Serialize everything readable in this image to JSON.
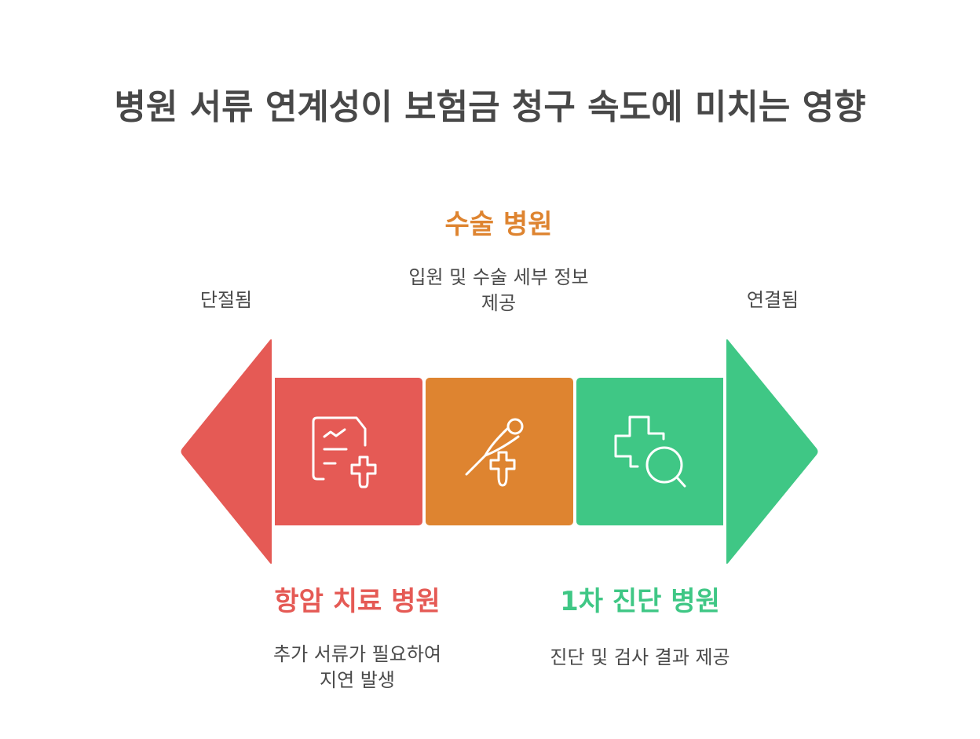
{
  "title": "병원 서류 연계성이 보험금 청구 속도에 미치는 영향",
  "scale": {
    "left_label": "단절됨",
    "right_label": "연결됨"
  },
  "colors": {
    "red": "#E55A55",
    "orange": "#DE8430",
    "green": "#3FC785",
    "title_text": "#484848",
    "body_text": "#4a4a4a"
  },
  "stages": [
    {
      "heading": "항암 치료 병원",
      "description_line1": "추가 서류가 필요하여",
      "description_line2": "지연 발생",
      "icon": "medical-report-plus-icon",
      "color": "#E55A55"
    },
    {
      "heading": "수술 병원",
      "description_line1": "입원 및 수술 세부 정보",
      "description_line2": "제공",
      "icon": "syringe-plus-icon",
      "color": "#DE8430"
    },
    {
      "heading": "1차 진단 병원",
      "description_line1": "진단 및 검사 결과 제공",
      "description_line2": "",
      "icon": "medical-cross-search-icon",
      "color": "#3FC785"
    }
  ]
}
